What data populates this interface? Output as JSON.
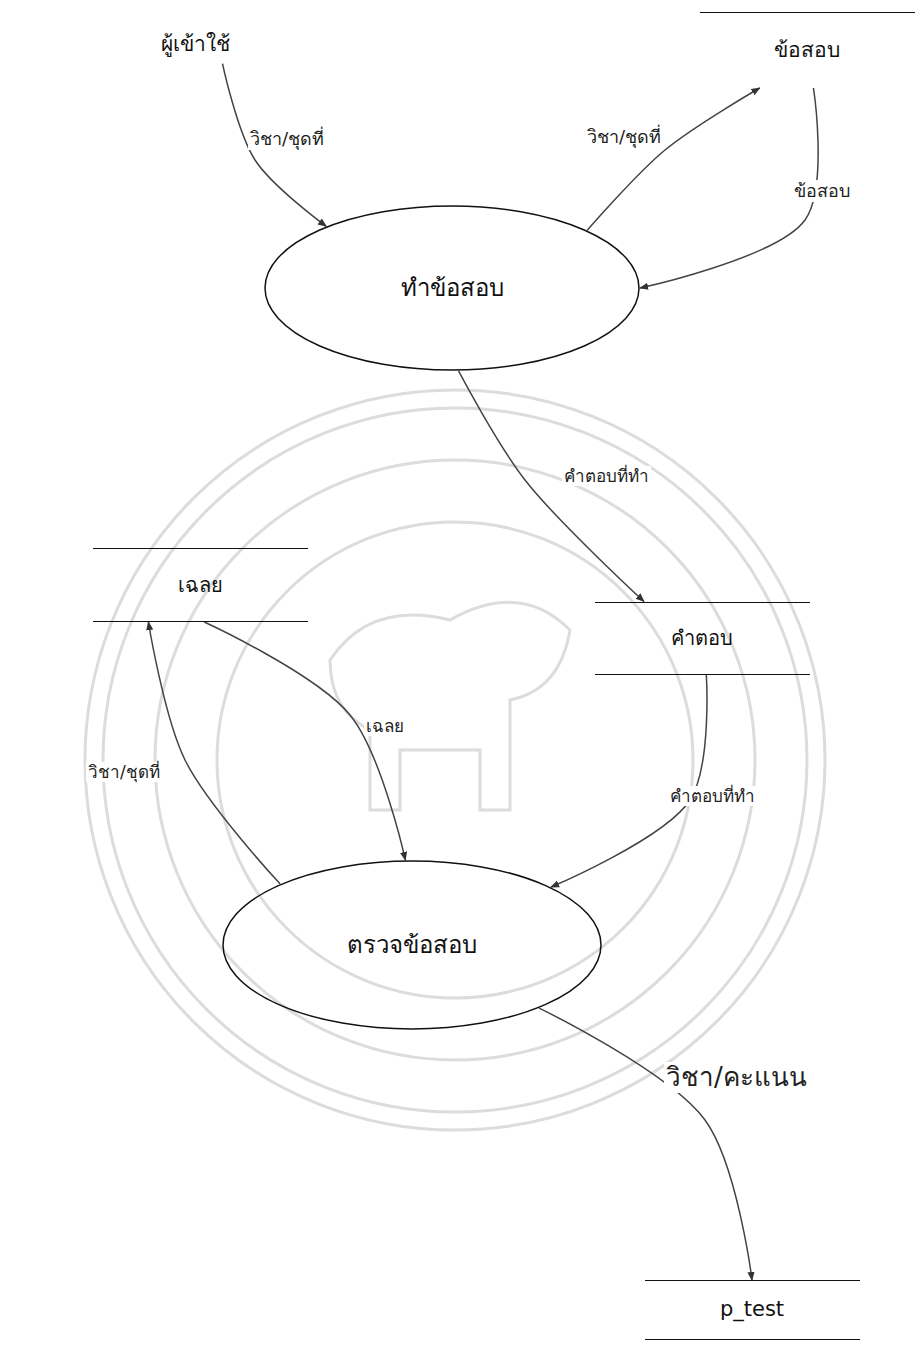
{
  "diagram": {
    "nodes": [
      {
        "text": [
          "ผู้เข้าใช้"
        ]
      },
      {
        "text": [
          "ข้อสอบ"
        ]
      },
      {
        "text": [
          "ทำข้อสอบ"
        ]
      },
      {
        "text": [
          "เฉลย"
        ]
      },
      {
        "text": [
          "คำตอบ"
        ]
      },
      {
        "text": [
          "ตรวจข้อสอบ"
        ]
      },
      {
        "text": [
          "p_test"
        ]
      }
    ],
    "edges": [
      {
        "from": 0,
        "to": 2,
        "label": "วิชา/ชุดที่",
        "arrow": "to"
      },
      {
        "from": 2,
        "to": 1,
        "label": "วิชา/ชุดที่",
        "arrow": "to"
      },
      {
        "from": 1,
        "to": 2,
        "label": "ข้อสอบ",
        "arrow": "to"
      },
      {
        "from": 2,
        "to": 4,
        "label": "คำตอบที่ทำ",
        "arrow": "to"
      },
      {
        "from": 4,
        "to": 5,
        "label": "คำตอบที่ทำ",
        "arrow": "to"
      },
      {
        "from": 5,
        "to": 3,
        "label": "วิชา/ชุดที่",
        "arrow": "to"
      },
      {
        "from": 3,
        "to": 5,
        "label": "เฉลย",
        "arrow": "to"
      },
      {
        "from": 5,
        "to": 6,
        "label": "วิชา/คะแนน",
        "arrow": "to"
      }
    ]
  }
}
